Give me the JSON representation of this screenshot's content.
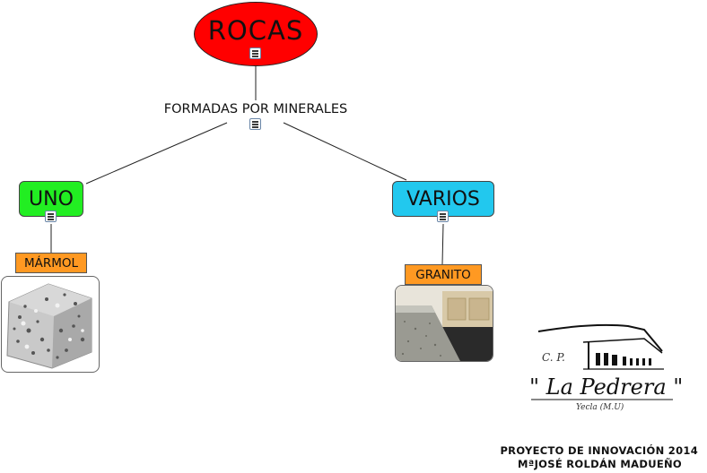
{
  "root": {
    "label": "ROCAS"
  },
  "linking_phrase": {
    "label": "FORMADAS POR MINERALES"
  },
  "branches": [
    {
      "label": "UNO",
      "example": "MÁRMOL",
      "color": "#22ee22"
    },
    {
      "label": "VARIOS",
      "example": "GRANITO",
      "color": "#22c8ee"
    }
  ],
  "colors": {
    "root": "#ff0000",
    "tag": "#ff9922"
  },
  "logo": {
    "cp": "C. P.",
    "name": "\" La Pedrera \"",
    "town": "Yecla (M.U)"
  },
  "footer": {
    "line1": "PROYECTO DE INNOVACIÓN 2014",
    "line2": "MªJOSÉ ROLDÁN MADUEÑO"
  }
}
